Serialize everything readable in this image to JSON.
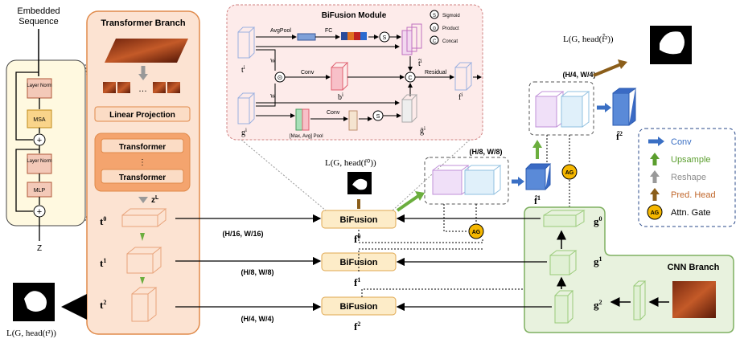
{
  "encoder": {
    "title_line1": "Embedded",
    "title_line2": "Sequence",
    "layer_norm": "Layer Norm",
    "msa": "MSA",
    "mlp": "MLP",
    "plus": "+",
    "output": "Z"
  },
  "transformer_branch": {
    "title": "Transformer Branch",
    "linear_projection": "Linear Projection",
    "transformer": "Transformer",
    "dots": "⋮",
    "ellipsis": "…",
    "output": "z",
    "output_sup": "L"
  },
  "tokens": {
    "t0": "t",
    "t0_sub": "0",
    "t1": "t",
    "t1_sub": "1",
    "t2": "t",
    "t2_sub": "2"
  },
  "bifusion_blocks": [
    "BiFusion",
    "BiFusion",
    "BiFusion"
  ],
  "f_labels": [
    {
      "base": "f",
      "sup": "0"
    },
    {
      "base": "f",
      "sup": "1"
    },
    {
      "base": "f",
      "sup": "2"
    }
  ],
  "resolutions": {
    "r1": "(H/16, W/16)",
    "r2": "(H/8, W/8)",
    "r3": "(H/4, W/4)",
    "r4": "(H/8, W/8)",
    "r5": "(H/4, W/4)"
  },
  "g_labels": [
    {
      "base": "g",
      "sup": "0"
    },
    {
      "base": "g",
      "sup": "1"
    },
    {
      "base": "g",
      "sup": "2"
    }
  ],
  "cnn_branch": {
    "title": "CNN Branch"
  },
  "loss": {
    "top_f0": "L(G, head(f⁰))",
    "top_f2hat": "L(G, head(f̂²))",
    "left_t2": "L(G, head(t²))"
  },
  "fhat": {
    "f1": "f̂",
    "f1_sup": "1",
    "f2": "f̂",
    "f2_sup": "2"
  },
  "ag": "AG",
  "bifusion_module": {
    "title": "BiFusion Module",
    "avgpool": "AvgPool",
    "fc": "FC",
    "conv": "Conv",
    "conv2": "Conv",
    "residual": "Residual",
    "maxavgpool": "[Max, Avg] Pool",
    "t_i": "t",
    "t_hat_i": "t̂",
    "b_i": "b",
    "f_i": "f",
    "g_i": "g",
    "g_hat_i": "ĝ",
    "sup_i": "i",
    "w1": "W",
    "w2": "W",
    "sigmoid": "Sigmoid",
    "product": "Product",
    "concat": "Concat",
    "s_sym": "S",
    "dot_sym": "⊙",
    "c_sym": "C"
  },
  "legend": {
    "conv": "Conv",
    "upsample": "Upsample",
    "reshape": "Reshape",
    "pred_head": "Pred. Head",
    "attn_gate": "Attn. Gate",
    "ag": "AG"
  },
  "colors": {
    "orange_panel": "#FCE3D2",
    "orange_border": "#E08A4A",
    "green_panel": "#E8F2DE",
    "green_border": "#7FB061",
    "pink_panel": "#FDEBEA",
    "yellow_panel": "#FFF9E0",
    "bifusion_fill": "#FDECC8",
    "ag_fill": "#F5B700",
    "blue_arrow": "#3A6FC4",
    "green_arrow": "#6BAE3E",
    "gray_arrow": "#999999",
    "brown_arrow": "#8B5E1A",
    "legend_conv": "#3A6FC4",
    "legend_upsample": "#5B9E2E",
    "legend_reshape": "#8C8C8C",
    "legend_head": "#C0662A"
  }
}
